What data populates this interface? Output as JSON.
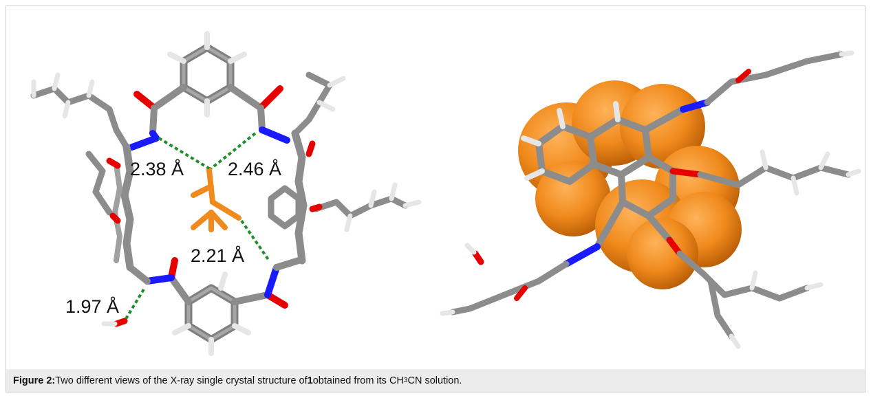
{
  "figure": {
    "caption": {
      "label": "Figure 2:",
      "text_before": " Two different views of the X-ray single crystal structure of ",
      "compound": "1",
      "text_middle": " obtained from its CH",
      "subscript": "3",
      "text_after": "CN solution."
    },
    "left_panel": {
      "distances": [
        "2.38 Å",
        "2.46 Å",
        "2.21 Å",
        "1.97 Å"
      ]
    },
    "colors": {
      "carbon": "#8c8c8c",
      "hydrogen": "#e8e8e8",
      "nitrogen": "#1a1aff",
      "oxygen": "#e60000",
      "guest": "#f08a1c",
      "hbond": "#1f8f2a"
    }
  }
}
